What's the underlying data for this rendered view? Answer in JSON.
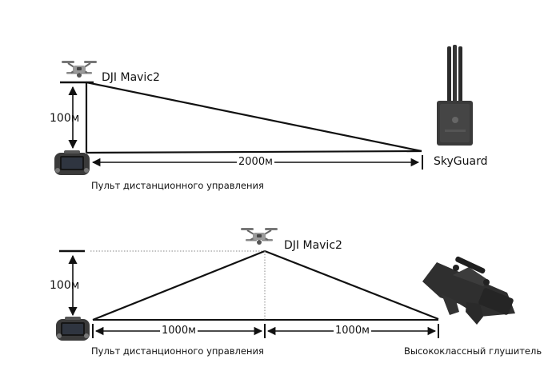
{
  "top": {
    "drone_label": "DJI Mavic2",
    "height_label": "100м",
    "distance_label": "2000м",
    "device_label": "SkyGuard",
    "controller_label": "Пульт дистанционного управления"
  },
  "bottom": {
    "drone_label": "DJI Mavic2",
    "height_label": "100м",
    "left_distance_label": "1000м",
    "right_distance_label": "1000м",
    "controller_label": "Пульт дистанционного управления",
    "device_label": "Высококлассный глушитель"
  },
  "icons": {
    "drone": "drone-icon",
    "controller": "remote-controller-icon",
    "skyguard": "skyguard-jammer-icon",
    "gun": "jammer-gun-icon"
  }
}
